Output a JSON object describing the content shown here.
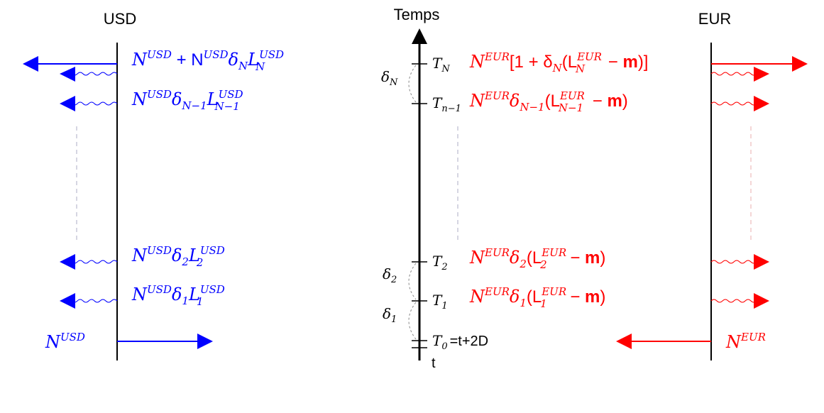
{
  "headers": {
    "usd": "USD",
    "time": "Temps",
    "eur": "EUR"
  },
  "time_axis": {
    "t_label": "t",
    "t0_suffix": "=t+2D",
    "ticks": [
      {
        "base": "T",
        "sub": "N"
      },
      {
        "base": "T",
        "sub": "n−1"
      },
      {
        "base": "T",
        "sub": "2"
      },
      {
        "base": "T",
        "sub": "1"
      },
      {
        "base": "T",
        "sub": "0"
      }
    ],
    "deltas": [
      {
        "base": "δ",
        "sub": "N"
      },
      {
        "base": "δ",
        "sub": "2"
      },
      {
        "base": "δ",
        "sub": "1"
      }
    ]
  },
  "usd_flows": {
    "final": {
      "p1": "N",
      "s1": "USD",
      "p2": " + N",
      "s2": "USD",
      "p3": "δ",
      "s3": "N",
      "p4": "L",
      "sup4": "USD",
      "sub4": "N"
    },
    "n_minus_1": {
      "p1": "N",
      "s1": "USD",
      "p2": "δ",
      "s2": "N−1",
      "p3": "L",
      "sup3": "USD",
      "sub3": "N−1"
    },
    "t2": {
      "p1": "N",
      "s1": "USD",
      "p2": "δ",
      "s2": "2",
      "p3": "L",
      "sup3": "USD",
      "sub3": "2"
    },
    "t1": {
      "p1": "N",
      "s1": "USD",
      "p2": "δ",
      "s2": "1",
      "p3": "L",
      "sup3": "USD",
      "sub3": "1"
    },
    "initial": {
      "p1": "N",
      "s1": "USD"
    }
  },
  "eur_flows": {
    "final": {
      "p1": "N",
      "s1": "EUR",
      "p2": "[1 + δ",
      "s2": "N",
      "p3": "(L",
      "sup3": "EUR",
      "sub3": "N",
      "p4": " − ",
      "m": "m",
      "p5": ")]"
    },
    "n_minus_1": {
      "p1": "N",
      "s1": "EUR",
      "p2": "δ",
      "s2": "N−1",
      "p3": "(L",
      "sup3": "EUR",
      "sub3": "N−1",
      "p4": " − ",
      "m": "m",
      "p5": ")"
    },
    "t2": {
      "p1": "N",
      "s1": "EUR",
      "p2": "δ",
      "s2": "2",
      "p3": "(L",
      "sup3": "EUR",
      "sub3": "2",
      "p4": " − ",
      "m": "m",
      "p5": ")"
    },
    "t1": {
      "p1": "N",
      "s1": "EUR",
      "p2": "δ",
      "s2": "1",
      "p3": "(L",
      "sup3": "EUR",
      "sub3": "1",
      "p4": " − ",
      "m": "m",
      "p5": ")"
    },
    "initial": {
      "p1": "N",
      "s1": "EUR"
    }
  },
  "colors": {
    "usd": "#0000ff",
    "eur": "#ff0000",
    "axis": "#000000",
    "dashed": "#c8c8d8"
  }
}
